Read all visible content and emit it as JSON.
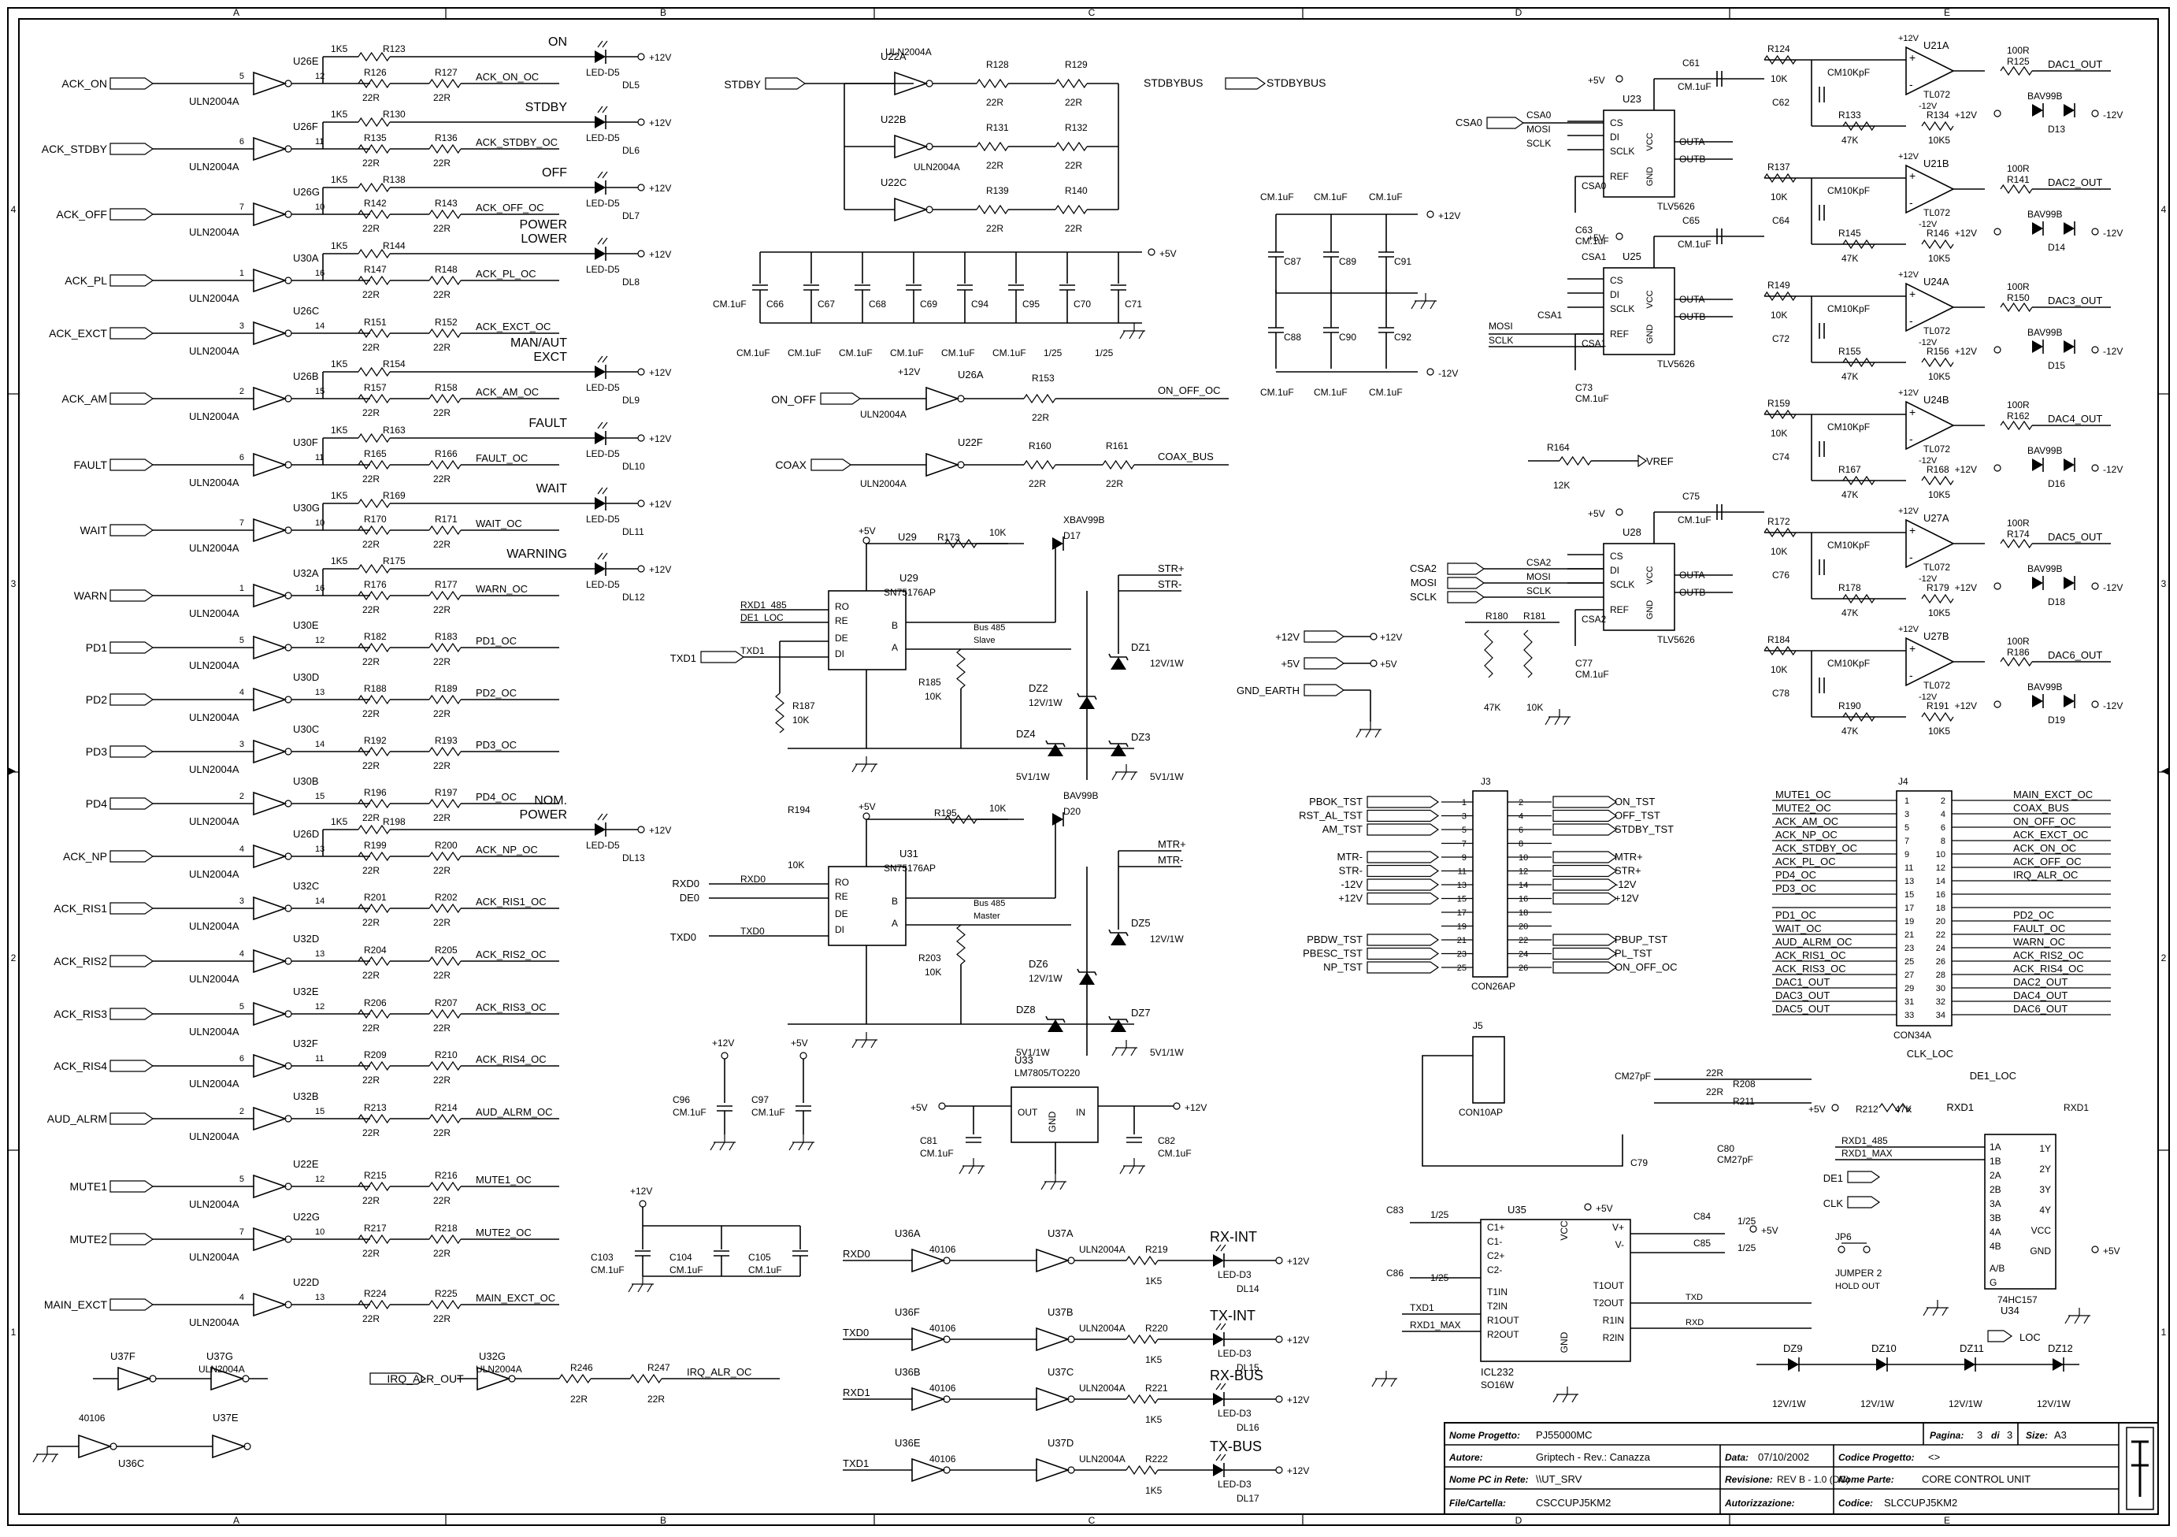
{
  "frame": {
    "top_labels": [
      "A",
      "B",
      "C",
      "D",
      "E"
    ],
    "side_labels": [
      "4",
      "3",
      "2",
      "1"
    ]
  },
  "buffers_left": [
    {
      "net": "ACK_ON",
      "u": "U26E",
      "lib": "ULN2004A",
      "pin_in": "5",
      "pin_out": "12",
      "rA": "R126",
      "rB": "R127",
      "vA": "22R",
      "vB": "22R",
      "out": "ACK_ON_OC",
      "led": "DL5",
      "led_type": "LED-D5",
      "led_r": "R123",
      "led_v": "1K5",
      "label": "ON"
    },
    {
      "net": "ACK_STDBY",
      "u": "U26F",
      "lib": "ULN2004A",
      "pin_in": "6",
      "pin_out": "11",
      "rA": "R135",
      "rB": "R136",
      "vA": "22R",
      "vB": "22R",
      "out": "ACK_STDBY_OC",
      "led": "DL6",
      "led_type": "LED-D5",
      "led_r": "R130",
      "led_v": "1K5",
      "label": "STDBY"
    },
    {
      "net": "ACK_OFF",
      "u": "U26G",
      "lib": "ULN2004A",
      "pin_in": "7",
      "pin_out": "10",
      "rA": "R142",
      "rB": "R143",
      "vA": "22R",
      "vB": "22R",
      "out": "ACK_OFF_OC",
      "led": "DL7",
      "led_type": "LED-D5",
      "led_r": "R138",
      "led_v": "1K5",
      "label": "OFF"
    },
    {
      "net": "ACK_PL",
      "u": "U30A",
      "lib": "ULN2004A",
      "pin_in": "1",
      "pin_out": "16",
      "rA": "R147",
      "rB": "R148",
      "vA": "22R",
      "vB": "22R",
      "out": "ACK_PL_OC",
      "led": "DL8",
      "led_type": "LED-D5",
      "led_r": "R144",
      "led_v": "1K5",
      "label": "POWER LOWER"
    },
    {
      "net": "ACK_EXCT",
      "u": "U26C",
      "lib": "ULN2004A",
      "pin_in": "3",
      "pin_out": "14",
      "rA": "R151",
      "rB": "R152",
      "vA": "22R",
      "vB": "22R",
      "out": "ACK_EXCT_OC",
      "led": "",
      "led_type": "",
      "led_r": "",
      "led_v": "",
      "label": ""
    },
    {
      "net": "ACK_AM",
      "u": "U26B",
      "lib": "ULN2004A",
      "pin_in": "2",
      "pin_out": "15",
      "rA": "R157",
      "rB": "R158",
      "vA": "22R",
      "vB": "22R",
      "out": "ACK_AM_OC",
      "led": "DL9",
      "led_type": "LED-D5",
      "led_r": "R154",
      "led_v": "1K5",
      "label": "MAN/AUT EXCT"
    },
    {
      "net": "FAULT",
      "u": "U30F",
      "lib": "ULN2004A",
      "pin_in": "6",
      "pin_out": "11",
      "rA": "R165",
      "rB": "R166",
      "vA": "22R",
      "vB": "22R",
      "out": "FAULT_OC",
      "led": "DL10",
      "led_type": "LED-D5",
      "led_r": "R163",
      "led_v": "1K5",
      "label": "FAULT"
    },
    {
      "net": "WAIT",
      "u": "U30G",
      "lib": "ULN2004A",
      "pin_in": "7",
      "pin_out": "10",
      "rA": "R170",
      "rB": "R171",
      "vA": "22R",
      "vB": "22R",
      "out": "WAIT_OC",
      "led": "DL11",
      "led_type": "LED-D5",
      "led_r": "R169",
      "led_v": "1K5",
      "label": "WAIT"
    },
    {
      "net": "WARN",
      "u": "U32A",
      "lib": "ULN2004A",
      "pin_in": "1",
      "pin_out": "16",
      "rA": "R176",
      "rB": "R177",
      "vA": "22R",
      "vB": "22R",
      "out": "WARN_OC",
      "led": "DL12",
      "led_type": "LED-D5",
      "led_r": "R175",
      "led_v": "1K5",
      "label": "WARNING"
    },
    {
      "net": "PD1",
      "u": "U30E",
      "lib": "ULN2004A",
      "pin_in": "5",
      "pin_out": "12",
      "rA": "R182",
      "rB": "R183",
      "vA": "22R",
      "vB": "22R",
      "out": "PD1_OC",
      "led": "",
      "led_type": "",
      "led_r": "",
      "led_v": "",
      "label": ""
    },
    {
      "net": "PD2",
      "u": "U30D",
      "lib": "ULN2004A",
      "pin_in": "4",
      "pin_out": "13",
      "rA": "R188",
      "rB": "R189",
      "vA": "22R",
      "vB": "22R",
      "out": "PD2_OC",
      "led": "",
      "led_type": "",
      "led_r": "",
      "led_v": "",
      "label": ""
    },
    {
      "net": "PD3",
      "u": "U30C",
      "lib": "ULN2004A",
      "pin_in": "3",
      "pin_out": "14",
      "rA": "R192",
      "rB": "R193",
      "vA": "22R",
      "vB": "22R",
      "out": "PD3_OC",
      "led": "",
      "led_type": "",
      "led_r": "",
      "led_v": "",
      "label": ""
    },
    {
      "net": "PD4",
      "u": "U30B",
      "lib": "ULN2004A",
      "pin_in": "2",
      "pin_out": "15",
      "rA": "R196",
      "rB": "R197",
      "vA": "22R",
      "vB": "22R",
      "out": "PD4_OC",
      "led": "",
      "led_type": "",
      "led_r": "",
      "led_v": "",
      "label": ""
    },
    {
      "net": "ACK_NP",
      "u": "U26D",
      "lib": "ULN2004A",
      "pin_in": "4",
      "pin_out": "13",
      "rA": "R199",
      "rB": "R200",
      "vA": "22R",
      "vB": "22R",
      "out": "ACK_NP_OC",
      "led": "DL13",
      "led_type": "LED-D5",
      "led_r": "R198",
      "led_v": "1K5",
      "label": "NOM. POWER"
    },
    {
      "net": "ACK_RIS1",
      "u": "U32C",
      "lib": "ULN2004A",
      "pin_in": "3",
      "pin_out": "14",
      "rA": "R201",
      "rB": "R202",
      "vA": "22R",
      "vB": "22R",
      "out": "ACK_RIS1_OC",
      "led": "",
      "led_type": "",
      "led_r": "",
      "led_v": "",
      "label": ""
    },
    {
      "net": "ACK_RIS2",
      "u": "U32D",
      "lib": "ULN2004A",
      "pin_in": "4",
      "pin_out": "13",
      "rA": "R204",
      "rB": "R205",
      "vA": "22R",
      "vB": "22R",
      "out": "ACK_RIS2_OC",
      "led": "",
      "led_type": "",
      "led_r": "",
      "led_v": "",
      "label": ""
    },
    {
      "net": "ACK_RIS3",
      "u": "U32E",
      "lib": "ULN2004A",
      "pin_in": "5",
      "pin_out": "12",
      "rA": "R206",
      "rB": "R207",
      "vA": "22R",
      "vB": "22R",
      "out": "ACK_RIS3_OC",
      "led": "",
      "led_type": "",
      "led_r": "",
      "led_v": "",
      "label": ""
    },
    {
      "net": "ACK_RIS4",
      "u": "U32F",
      "lib": "ULN2004A",
      "pin_in": "6",
      "pin_out": "11",
      "rA": "R209",
      "rB": "R210",
      "vA": "22R",
      "vB": "22R",
      "out": "ACK_RIS4_OC",
      "led": "",
      "led_type": "",
      "led_r": "",
      "led_v": "",
      "label": ""
    },
    {
      "net": "AUD_ALRM",
      "u": "U32B",
      "lib": "ULN2004A",
      "pin_in": "2",
      "pin_out": "15",
      "rA": "R213",
      "rB": "R214",
      "vA": "22R",
      "vB": "22R",
      "out": "AUD_ALRM_OC",
      "led": "",
      "led_type": "",
      "led_r": "",
      "led_v": "",
      "label": ""
    },
    {
      "net": "MUTE1",
      "u": "U22E",
      "lib": "ULN2004A",
      "pin_in": "5",
      "pin_out": "12",
      "rA": "R215",
      "rB": "R216",
      "vA": "22R",
      "vB": "22R",
      "out": "MUTE1_OC",
      "led": "",
      "led_type": "",
      "led_r": "",
      "led_v": "",
      "label": ""
    },
    {
      "net": "MUTE2",
      "u": "U22G",
      "lib": "ULN2004A",
      "pin_in": "7",
      "pin_out": "10",
      "rA": "R217",
      "rB": "R218",
      "vA": "22R",
      "vB": "22R",
      "out": "MUTE2_OC",
      "led": "",
      "led_type": "",
      "led_r": "",
      "led_v": "",
      "label": ""
    },
    {
      "net": "MAIN_EXCT",
      "u": "U22D",
      "lib": "ULN2004A",
      "pin_in": "4",
      "pin_out": "13",
      "rA": "R224",
      "rB": "R225",
      "vA": "22R",
      "vB": "22R",
      "out": "MAIN_EXCT_OC",
      "led": "",
      "led_type": "",
      "led_r": "",
      "led_v": "",
      "label": ""
    }
  ],
  "irq": {
    "u1": "U37F",
    "u2": "U37G",
    "u2lib": "ULN2004A",
    "u3": "U32G",
    "u3lib": "ULN2004A",
    "u4": "U37E",
    "u5": "U36C",
    "u5lib": "40106",
    "net": "IRQ_ALR_OUT",
    "r1": "R246",
    "r2": "R247",
    "v1": "22R",
    "v2": "22R",
    "out": "IRQ_ALR_OC"
  },
  "stdby_block": {
    "in": "STDBY",
    "out": "STDBYBUS",
    "out2": "STDBYBUS",
    "u": [
      "U22A",
      "U22B",
      "U22C"
    ],
    "lib": "ULN2004A",
    "res": [
      "R128",
      "R129",
      "R131",
      "R132",
      "R139",
      "R140"
    ],
    "val": "22R"
  },
  "caps_row": {
    "names": [
      "C66",
      "C67",
      "C68",
      "C69",
      "C94",
      "C95",
      "C70",
      "C71"
    ],
    "val": "CM.1uF",
    "elec": "1/25",
    "supply": "+5V"
  },
  "on_off": {
    "in": "ON_OFF",
    "u": "U26A",
    "lib": "ULN2004A",
    "r": "R153",
    "v": "22R",
    "out": "ON_OFF_OC",
    "supply": "+12V"
  },
  "coax": {
    "in": "COAX",
    "u": "U22F",
    "lib": "ULN2004A",
    "r1": "R160",
    "r2": "R161",
    "v": "22R",
    "out": "COAX_BUS"
  },
  "rs485_slave": {
    "u": "U29",
    "part": "SN75176AP",
    "note1": "Bus 485",
    "note2": "Slave",
    "r173": "R173",
    "r185": "R185",
    "r187": "R187",
    "v10k": "10K",
    "d": "D17",
    "dpart": "XBAV99B",
    "dz": [
      "DZ1",
      "DZ2",
      "DZ3",
      "DZ4"
    ],
    "dzv": [
      "12V/1W",
      "12V/1W",
      "5V1/1W",
      "5V1/1W"
    ],
    "nets": [
      "RXD1_485",
      "DE1_LOC",
      "TXD1",
      "STR+",
      "STR-"
    ]
  },
  "rs485_master": {
    "u": "U31",
    "part": "SN75176AP",
    "note1": "Bus 485",
    "note2": "Master",
    "r194": "R194",
    "r195": "R195",
    "r203": "R203",
    "v10k": "10K",
    "d": "D20",
    "dpart": "BAV99B",
    "dz": [
      "DZ5",
      "DZ6",
      "DZ7",
      "DZ8"
    ],
    "dzv": [
      "12V/1W",
      "12V/1W",
      "5V1/1W",
      "5V1/1W"
    ],
    "nets": [
      "RXD0",
      "DE0",
      "TXD0",
      "MTR+",
      "MTR-"
    ]
  },
  "supply_caps": [
    {
      "name": "C96",
      "v": "CM.1uF",
      "s": "+12V"
    },
    {
      "name": "C97",
      "v": "CM.1uF",
      "s": "+5V"
    }
  ],
  "regulator": {
    "u": "U33",
    "part": "LM7805/TO220",
    "out": "OUT",
    "gnd": "GND",
    "in": "IN",
    "c1": "C81",
    "c2": "C82",
    "cv": "CM.1uF",
    "vin": "+12V",
    "vout": "+5V"
  },
  "caps_12v": {
    "names": [
      "C103",
      "C104",
      "C105"
    ],
    "v": "CM.1uF",
    "s": "+12V"
  },
  "hex_inv": [
    {
      "net": "RXD0",
      "u": "U36A",
      "lib": "40106",
      "u2": "U37A",
      "lib2": "ULN2004A",
      "r": "R219",
      "v": "1K5",
      "led": "DL14",
      "lt": "LED-D3",
      "label": "RX-INT"
    },
    {
      "net": "TXD0",
      "u": "U36F",
      "lib": "40106",
      "u2": "U37B",
      "lib2": "ULN2004A",
      "r": "R220",
      "v": "1K5",
      "led": "DL15",
      "lt": "LED-D3",
      "label": "TX-INT"
    },
    {
      "net": "RXD1",
      "u": "U36B",
      "lib": "40106",
      "u2": "U37C",
      "lib2": "ULN2004A",
      "r": "R221",
      "v": "1K5",
      "led": "DL16",
      "lt": "LED-D3",
      "label": "RX-BUS"
    },
    {
      "net": "TXD1",
      "u": "U36E",
      "lib": "40106",
      "u2": "U37D",
      "lib2": "ULN2004A",
      "r": "R222",
      "v": "1K5",
      "led": "DL17",
      "lt": "LED-D3",
      "label": "TX-BUS"
    }
  ],
  "decap_block": {
    "names": [
      "C87",
      "C89",
      "C91",
      "C88",
      "C90",
      "C92"
    ],
    "v": "CM.1uF",
    "pos": "+12V",
    "neg": "-12V"
  },
  "power_ports": [
    "+12V",
    "+5V",
    "GND_EARTH"
  ],
  "dacs": [
    {
      "u": "U23",
      "part": "TLV5626",
      "cs": "CSA0",
      "c": "C61",
      "cv": "CM.1uF",
      "cref": "C63"
    },
    {
      "u": "U25",
      "part": "TLV5626",
      "cs": "CSA1",
      "c": "C65",
      "cv": "CM.1uF",
      "cref": "C73"
    },
    {
      "u": "U28",
      "part": "TLV5626",
      "cs": "CSA2",
      "c": "C75",
      "cv": "CM.1uF",
      "cref": "C77"
    }
  ],
  "dac_pins": [
    "CS",
    "DI",
    "SCLK",
    "REF",
    "VCC",
    "GND",
    "OUTA",
    "OUTB"
  ],
  "opamps": [
    {
      "u": "U21A",
      "rin": "R124",
      "rf": "R133",
      "rb": "R134",
      "rout": "R125",
      "c": "C62",
      "d": "D13",
      "out": "DAC1_OUT"
    },
    {
      "u": "U21B",
      "rin": "R137",
      "rf": "R145",
      "rb": "R146",
      "rout": "R141",
      "c": "C64",
      "d": "D14",
      "out": "DAC2_OUT"
    },
    {
      "u": "U24A",
      "rin": "R149",
      "rf": "R155",
      "rb": "R156",
      "rout": "R150",
      "c": "C72",
      "d": "D15",
      "out": "DAC3_OUT"
    },
    {
      "u": "U24B",
      "rin": "R159",
      "rf": "R167",
      "rb": "R168",
      "rout": "R162",
      "c": "C74",
      "d": "D16",
      "out": "DAC4_OUT"
    },
    {
      "u": "U27A",
      "rin": "R172",
      "rf": "R178",
      "rb": "R179",
      "rout": "R174",
      "c": "C76",
      "d": "D18",
      "out": "DAC5_OUT"
    },
    {
      "u": "U27B",
      "rin": "R184",
      "rf": "R190",
      "rb": "R191",
      "rout": "R186",
      "c": "C78",
      "d": "D19",
      "out": "DAC6_OUT"
    }
  ],
  "opamp_vals": {
    "part": "TL072",
    "rin": "10K",
    "rf": "47K",
    "rb": "10K5",
    "rout": "100R",
    "c": "CM10KpF",
    "d": "BAV99B",
    "vp": "+12V",
    "vn": "-12V"
  },
  "vref": {
    "r": "R164",
    "v": "12K",
    "net": "VREF",
    "r180": "R180",
    "r181": "R181",
    "v1": "47K",
    "v2": "10K"
  },
  "j3": {
    "name": "J3",
    "part": "CON26AP",
    "left": [
      "PBOK_TST",
      "RST_AL_TST",
      "AM_TST",
      "",
      "MTR-",
      "STR-",
      "-12V",
      "+12V",
      "",
      "",
      "PBDW_TST",
      "PBESC_TST",
      "NP_TST"
    ],
    "right": [
      "ON_TST",
      "OFF_TST",
      "STDBY_TST",
      "",
      "MTR+",
      "STR+",
      "-12V",
      "+12V",
      "",
      "",
      "PBUP_TST",
      "PL_TST",
      "ON_OFF_OC"
    ],
    "pins_l": [
      "1",
      "3",
      "5",
      "7",
      "9",
      "11",
      "13",
      "15",
      "17",
      "19",
      "21",
      "23",
      "25"
    ],
    "pins_r": [
      "2",
      "4",
      "6",
      "8",
      "10",
      "12",
      "14",
      "16",
      "18",
      "20",
      "22",
      "24",
      "26"
    ]
  },
  "j4": {
    "name": "J4",
    "part": "CON34A",
    "left": [
      "MUTE1_OC",
      "MUTE2_OC",
      "ACK_AM_OC",
      "ACK_NP_OC",
      "ACK_STDBY_OC",
      "ACK_PL_OC",
      "PD4_OC",
      "PD3_OC",
      "",
      "PD1_OC",
      "WAIT_OC",
      "AUD_ALRM_OC",
      "ACK_RIS1_OC",
      "ACK_RIS3_OC",
      "DAC1_OUT",
      "DAC3_OUT",
      "DAC5_OUT"
    ],
    "right": [
      "MAIN_EXCT_OC",
      "COAX_BUS",
      "ON_OFF_OC",
      "ACK_EXCT_OC",
      "ACK_ON_OC",
      "ACK_OFF_OC",
      "IRQ_ALR_OC",
      "",
      "",
      "PD2_OC",
      "FAULT_OC",
      "WARN_OC",
      "ACK_RIS2_OC",
      "ACK_RIS4_OC",
      "DAC2_OUT",
      "DAC4_OUT",
      "DAC6_OUT"
    ],
    "pins_l": [
      "1",
      "3",
      "5",
      "7",
      "9",
      "11",
      "13",
      "15",
      "17",
      "19",
      "21",
      "23",
      "25",
      "27",
      "29",
      "31",
      "33"
    ],
    "pins_r": [
      "2",
      "4",
      "6",
      "8",
      "10",
      "12",
      "14",
      "16",
      "18",
      "20",
      "22",
      "24",
      "26",
      "28",
      "30",
      "32",
      "34"
    ]
  },
  "j5": {
    "name": "J5",
    "part": "CON10AP"
  },
  "icl232": {
    "u": "U35",
    "part": "ICL232",
    "pkg": "SO16W",
    "caps": [
      "C83",
      "C86",
      "C84",
      "C85",
      "C79",
      "C80"
    ],
    "cv": "1/25",
    "c80v": "CM27pF",
    "cm27": "CM27pF",
    "r208": "R208",
    "r211": "R211",
    "rv": "22R",
    "pins_l": [
      "C1+",
      "C1-",
      "C2+",
      "C2-",
      "T1IN",
      "T2IN",
      "R1OUT",
      "R2OUT"
    ],
    "pins_r": [
      "V+",
      "V-",
      "T1OUT",
      "T2OUT",
      "R1IN",
      "R2IN"
    ],
    "nets": [
      "TXD1",
      "RXD1_MAX",
      "TXD",
      "RXD"
    ],
    "vcc": "VCC",
    "gnd": "GND",
    "supply": "+5V"
  },
  "mux": {
    "u": "U34",
    "part": "74HC157",
    "r": "R212",
    "rv": "47K",
    "pins_l": [
      "1A",
      "1B",
      "2A",
      "2B",
      "3A",
      "3B",
      "4A",
      "4B",
      "A/B",
      "G"
    ],
    "pins_r": [
      "1Y",
      "2Y",
      "3Y",
      "4Y",
      "VCC",
      "GND"
    ],
    "nets": [
      "CLK_LOC",
      "DE1_LOC",
      "RXD1",
      "RXD1_485",
      "RXD1_MAX",
      "DE1",
      "CLK",
      "LOC"
    ],
    "jumper": "JP6",
    "jumper_label": "JUMPER 2",
    "jumper_sub": "HOLD OUT",
    "supply": "+5V"
  },
  "zeners_bottom": {
    "names": [
      "DZ9",
      "DZ10",
      "DZ11",
      "DZ12"
    ],
    "v": "12V/1W"
  },
  "title_block": {
    "progetto_l": "Nome Progetto:",
    "progetto": "PJ55000MC",
    "pagina_l": "Pagina:",
    "pagina": "3",
    "di_l": "di",
    "di": "3",
    "size_l": "Size:",
    "size": "A3",
    "autore_l": "Autore:",
    "autore": "Griptech - Rev.: Canazza",
    "data_l": "Data:",
    "data": "07/10/2002",
    "codprog_l": "Codice Progetto:",
    "codprog": "<>",
    "pc_l": "Nome PC in Rete:",
    "pc": "\\\\UT_SRV",
    "rev_l": "Revisione:",
    "rev": "REV B - 1.0 (DC)",
    "parte_l": "Nome Parte:",
    "parte": "CORE CONTROL UNIT",
    "file_l": "File/Cartella:",
    "file": "CSCCUPJ5KM2",
    "aut_l": "Autorizzazione:",
    "aut": "",
    "cod_l": "Codice:",
    "cod": "SLCCUPJ5KM2"
  }
}
